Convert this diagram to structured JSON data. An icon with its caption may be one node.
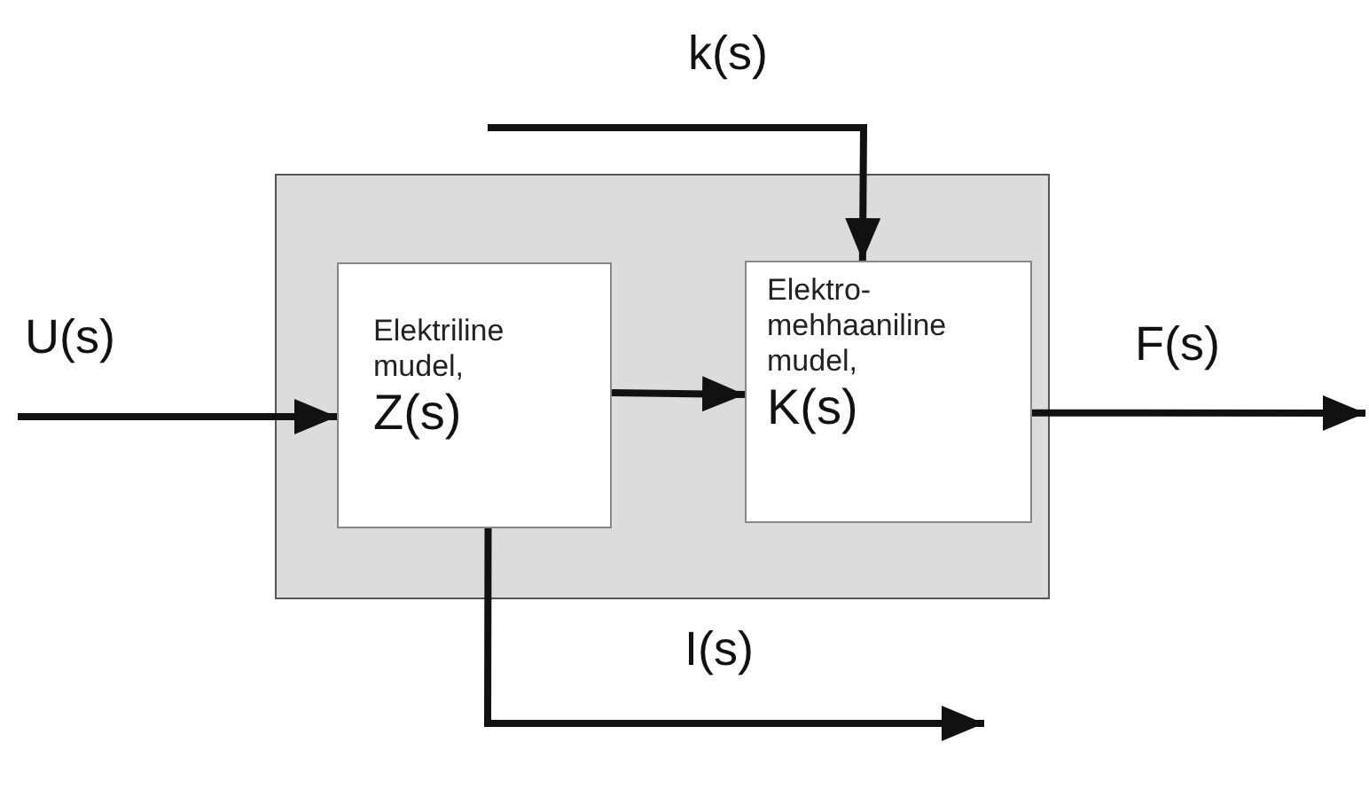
{
  "diagram": {
    "nodes": [
      {
        "text": [],
        "shape": "box"
      },
      {
        "text": [
          "Elektriline mudel,",
          "Z(s)"
        ],
        "in": 0
      },
      {
        "text": [
          "Elektro- mehhaaniline mudel,",
          "K(s)"
        ],
        "in": 0
      }
    ],
    "edges": [
      {
        "from": null,
        "to": 1,
        "arrow": "to",
        "label": "U(s)"
      },
      {
        "from": 1,
        "to": 2,
        "arrow": "to"
      },
      {
        "from": null,
        "to": 2,
        "arrow": "to",
        "label": "k(s)"
      },
      {
        "from": 2,
        "to": null,
        "arrow": "to",
        "label": "F(s)"
      },
      {
        "from": 1,
        "to": null,
        "arrow": "to",
        "label": "I(s)"
      }
    ]
  }
}
